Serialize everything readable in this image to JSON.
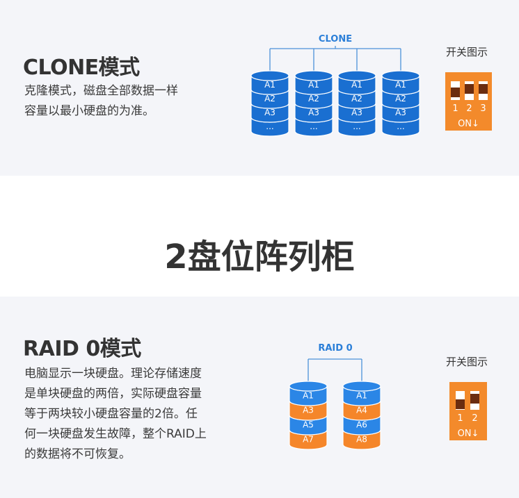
{
  "clone": {
    "title": "CLONE模式",
    "description": "克隆模式，磁盘全部数据一样\n容量以最小硬盘的为准。",
    "diagram_label": "CLONE",
    "disks": [
      {
        "rows": [
          "A1",
          "A2",
          "A3",
          "..."
        ]
      },
      {
        "rows": [
          "A1",
          "A2",
          "A3",
          "..."
        ]
      },
      {
        "rows": [
          "A1",
          "A2",
          "A3",
          "..."
        ]
      },
      {
        "rows": [
          "A1",
          "A2",
          "A3",
          "..."
        ]
      }
    ],
    "switch": {
      "caption": "开关图示",
      "labels": [
        "1",
        "2",
        "3"
      ],
      "on_label": "ON↓"
    }
  },
  "section_heading": "2盘位阵列柜",
  "raid0": {
    "title": "RAID 0模式",
    "description": "电脑显示一块硬盘。理论存储速度\n是单块硬盘的两倍，实际硬盘容量\n等于两块较小硬盘容量的2倍。任\n何一块硬盘发生故障，整个RAID上\n的数据将不可恢复。",
    "diagram_label": "RAID 0",
    "disks": [
      {
        "rows": [
          "A1",
          "A3",
          "A5",
          "A7"
        ]
      },
      {
        "rows": [
          "A1",
          "A4",
          "A6",
          "A8"
        ]
      }
    ],
    "switch": {
      "caption": "开关图示",
      "labels": [
        "1",
        "2"
      ],
      "on_label": "ON↓"
    }
  },
  "colors": {
    "blue": "#1a6fd1",
    "blue_light": "#2b86e6",
    "orange": "#f5862a",
    "line": "#4a90d9",
    "panel_bg": "#f4f5f9",
    "switch_bg": "#f38a2b",
    "switch_dark": "#6b2d10"
  }
}
